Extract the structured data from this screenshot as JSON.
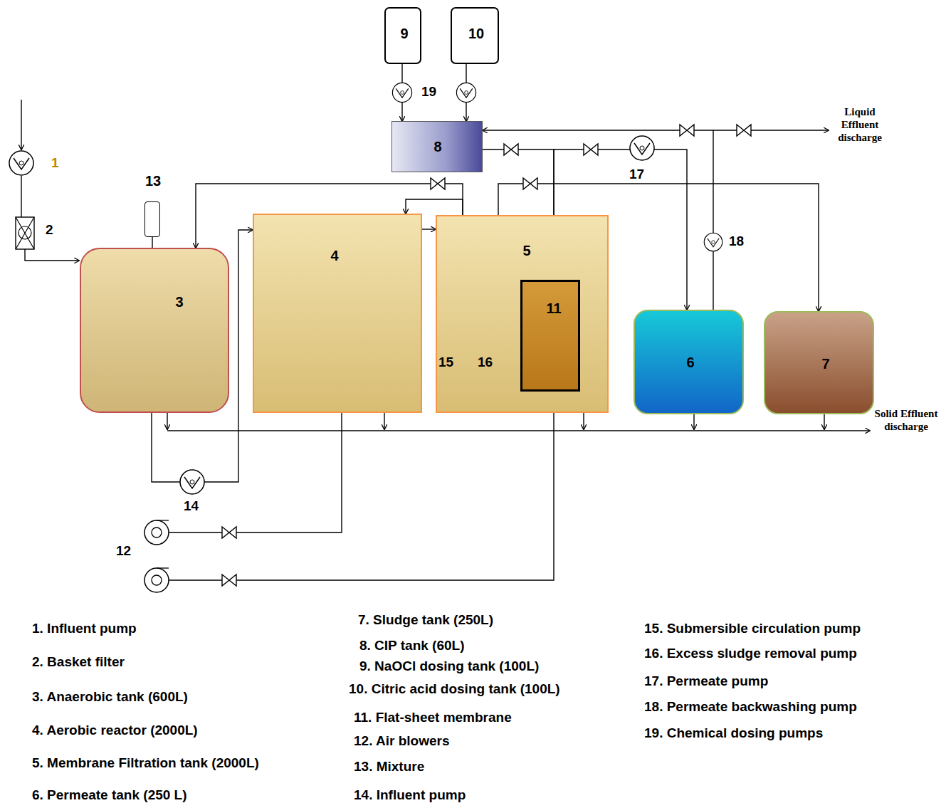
{
  "diagram": {
    "nodes": [
      {
        "text": [
          "9"
        ]
      },
      {
        "text": [
          "10"
        ]
      },
      {
        "text": [
          "8"
        ]
      },
      {
        "text": [
          "13"
        ]
      },
      {
        "text": [
          "3"
        ]
      },
      {
        "text": [
          "4"
        ]
      },
      {
        "text": [
          "5"
        ]
      },
      {
        "text": [
          "11"
        ],
        "in": 6
      },
      {
        "text": [
          "6"
        ]
      },
      {
        "text": [
          "7"
        ]
      }
    ],
    "edges": [
      {
        "from": 0,
        "to": 2,
        "arrow": "to"
      },
      {
        "from": 1,
        "to": 2,
        "arrow": "to"
      },
      {
        "from": 4,
        "to": 5,
        "arrow": "to"
      },
      {
        "from": 5,
        "to": 6,
        "arrow": "to"
      },
      {
        "from": 7,
        "to": 8,
        "arrow": "to"
      },
      {
        "from": 2,
        "to": 7,
        "arrow": "none"
      },
      {
        "from": 8,
        "to": 2,
        "arrow": "to"
      },
      {
        "from": 6,
        "to": 4,
        "arrow": "to"
      },
      {
        "from": 6,
        "to": 5,
        "arrow": "to"
      },
      {
        "from": 6,
        "to": 9,
        "arrow": "to"
      }
    ],
    "labels": [
      "1",
      "2",
      "19",
      "17",
      "18",
      "14",
      "12",
      "15",
      "16",
      "Liquid Effluent discharge",
      "Solid Effluent discharge",
      "1. Influent pump",
      "2. Basket filter",
      "3. Anaerobic tank (600L)",
      "4. Aerobic reactor (2000L)",
      "5. Membrane Filtration tank (2000L)",
      "6. Permeate tank (250 L)",
      "7. Sludge tank (250L)",
      "8. CIP tank (60L)",
      "9. NaOCl dosing tank (100L)",
      "10. Citric acid dosing tank (100L)",
      "11. Flat-sheet membrane",
      "12. Air blowers",
      "13. Mixture",
      "14. Influent pump",
      "15. Submersible circulation pump",
      "16. Excess sludge removal pump",
      "17. Permeate pump",
      "18. Permeate backwashing pump",
      "19. Chemical dosing pumps"
    ]
  }
}
